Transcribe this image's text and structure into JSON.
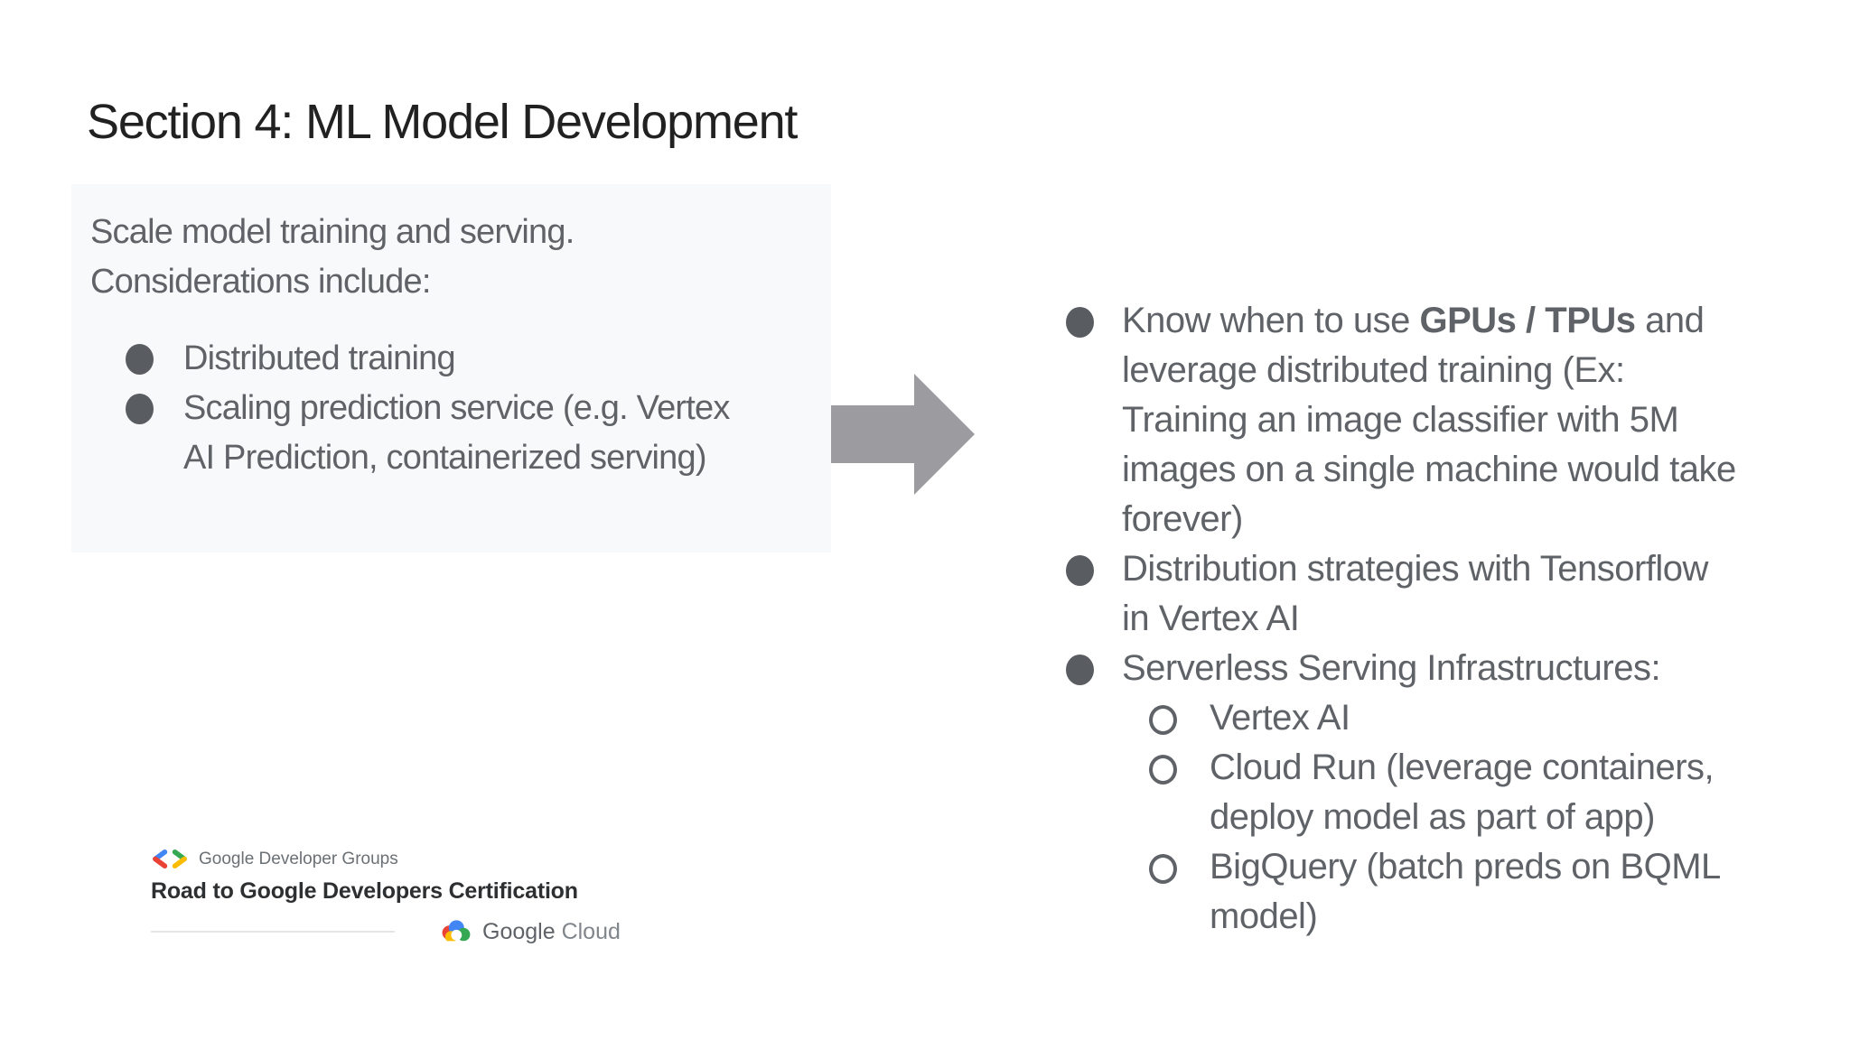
{
  "slide": {
    "title": "Section 4: ML Model Development",
    "left_box": {
      "intro": "Scale model training and serving.\nConsiderations include:",
      "bullets": [
        "Distributed training",
        "Scaling prediction service (e.g. Vertex\nAI Prediction, containerized serving)"
      ]
    },
    "right_list": {
      "items": [
        {
          "prefix": "Know when to use ",
          "bold": "GPUs / TPUs",
          "suffix": " and\nleverage distributed training (Ex:\nTraining an image classifier with 5M\nimages on a single machine would take\nforever)"
        },
        {
          "text": "Distribution strategies with Tensorflow\nin Vertex AI"
        },
        {
          "text": "Serverless Serving Infrastructures:"
        }
      ],
      "sub_items": [
        "Vertex AI",
        "Cloud Run (leverage containers,\ndeploy model as part of app)",
        "BigQuery (batch preds on BQML\nmodel)"
      ]
    },
    "footer": {
      "community_label": "Google Developer Groups",
      "program_title": "Road to Google Developers Certification",
      "brand_word1": "Google",
      "brand_word2": "Cloud"
    },
    "colors": {
      "title_text": "#212121",
      "body_text": "#5f6368",
      "box_background": "#f8f9fa",
      "arrow_gray": "#9c9ca0",
      "bullet_dot": "#595d62",
      "divider": "#e4e6e8",
      "google_blue": "#4285F4",
      "google_red": "#EA4335",
      "google_yellow": "#FBBC04",
      "google_green": "#34A853"
    }
  }
}
